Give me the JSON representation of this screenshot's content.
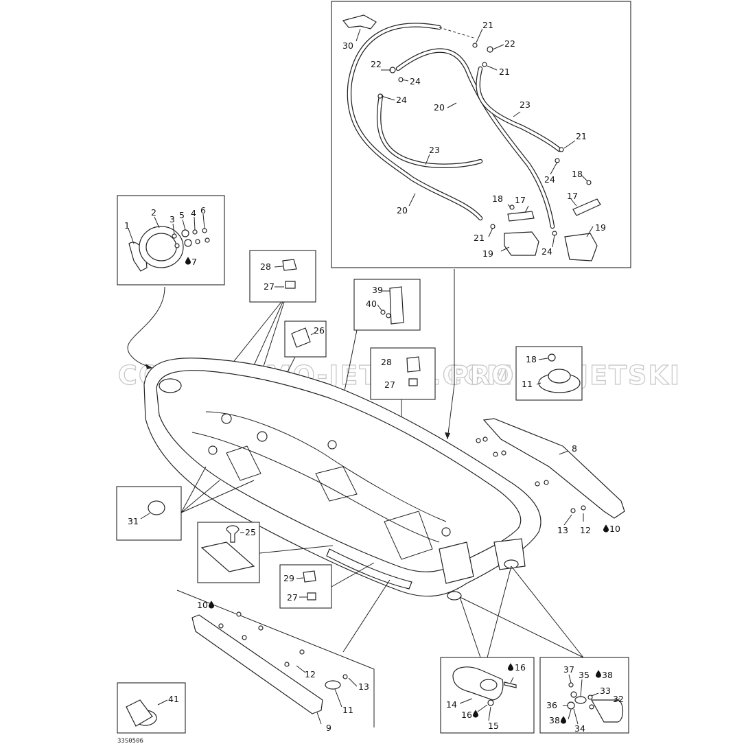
{
  "watermark": {
    "left": "COM PROMO-JETSKI.COM",
    "right": "PROMO-JETSKI"
  },
  "drawing_code": "33S0506",
  "drop_symbol": "drop-icon",
  "callouts": {
    "c1": "1",
    "c2": "2",
    "c3": "3",
    "c4": "4",
    "c5": "5",
    "c6": "6",
    "c7": "7",
    "c8": "8",
    "c9": "9",
    "c10a": "10",
    "c10b": "10",
    "c11a": "11",
    "c11b": "11",
    "c12a": "12",
    "c12b": "12",
    "c13a": "13",
    "c13b": "13",
    "c14": "14",
    "c15": "15",
    "c16a": "16",
    "c16b": "16",
    "c17a": "17",
    "c17b": "17",
    "c18a": "18",
    "c18b": "18",
    "c18c": "18",
    "c19a": "19",
    "c19b": "19",
    "c20a": "20",
    "c20b": "20",
    "c21a": "21",
    "c21b": "21",
    "c21c": "21",
    "c21d": "21",
    "c22a": "22",
    "c22b": "22",
    "c23a": "23",
    "c23b": "23",
    "c24a": "24",
    "c24b": "24",
    "c24c": "24",
    "c24d": "24",
    "c25": "25",
    "c26": "26",
    "c27a": "27",
    "c27b": "27",
    "c27c": "27",
    "c28a": "28",
    "c28b": "28",
    "c29": "29",
    "c30": "30",
    "c31": "31",
    "c32": "32",
    "c33": "33",
    "c34": "34",
    "c35": "35",
    "c36": "36",
    "c37": "37",
    "c38a": "38",
    "c38b": "38",
    "c39": "39",
    "c40": "40",
    "c41": "41"
  }
}
